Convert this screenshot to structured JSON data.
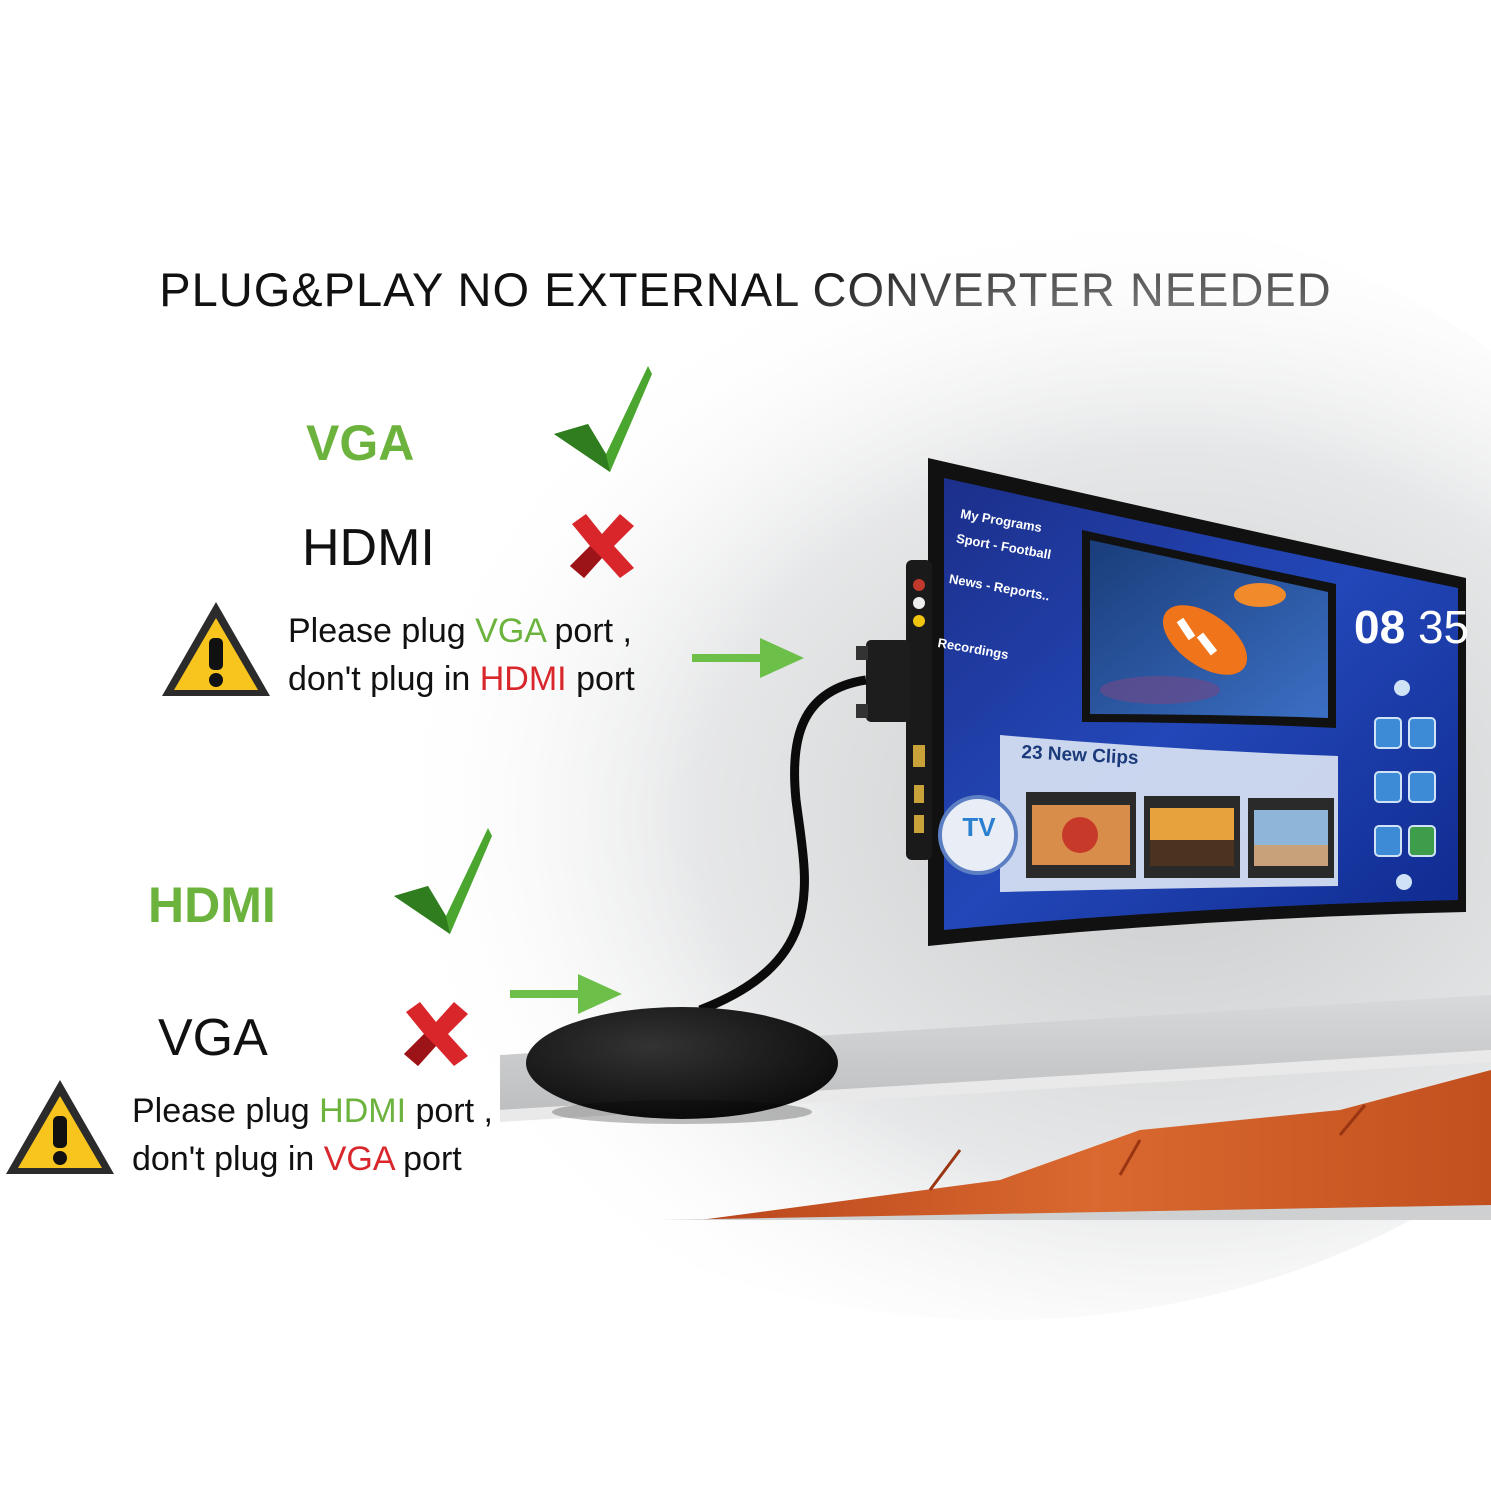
{
  "headline": "PLUG&PLAY NO EXTERNAL CONVERTER NEEDED",
  "top_section": {
    "correct_label": "VGA",
    "wrong_label": "HDMI",
    "note_line1_a": "Please plug ",
    "note_line1_b": "VGA",
    "note_line1_c": " port ,",
    "note_line2_a": "don't plug in ",
    "note_line2_b": "HDMI",
    "note_line2_c": " port"
  },
  "bottom_section": {
    "correct_label": "HDMI",
    "wrong_label": "VGA",
    "note_line1_a": "Please plug ",
    "note_line1_b": "HDMI",
    "note_line1_c": " port ,",
    "note_line2_a": "don't plug in ",
    "note_line2_b": "VGA",
    "note_line2_c": " port"
  },
  "tv_screen": {
    "menu_title": "My Programs",
    "menu_items": [
      "Sport - Football",
      "News - Reports..",
      "Recordings"
    ],
    "clock_hour": "08",
    "clock_minute": "35",
    "clips_count": "23",
    "clips_label": "New Clips",
    "tv_logo": "TV"
  },
  "colors": {
    "good": "#6cb33e",
    "bad": "#d8262b",
    "arrow": "#6cc04a",
    "warning_fill": "#f7c51e"
  },
  "icons": [
    "green-check-icon",
    "red-cross-icon",
    "warning-triangle-icon",
    "right-arrow-icon"
  ]
}
